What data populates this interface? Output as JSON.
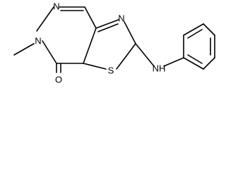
{
  "molecule": {
    "atoms": {
      "n_ring_top": "N",
      "n_methyl": "N",
      "o_carbonyl": "O",
      "n_thiazole": "N",
      "s_thiazole": "S",
      "nh_amine": "NH"
    }
  }
}
